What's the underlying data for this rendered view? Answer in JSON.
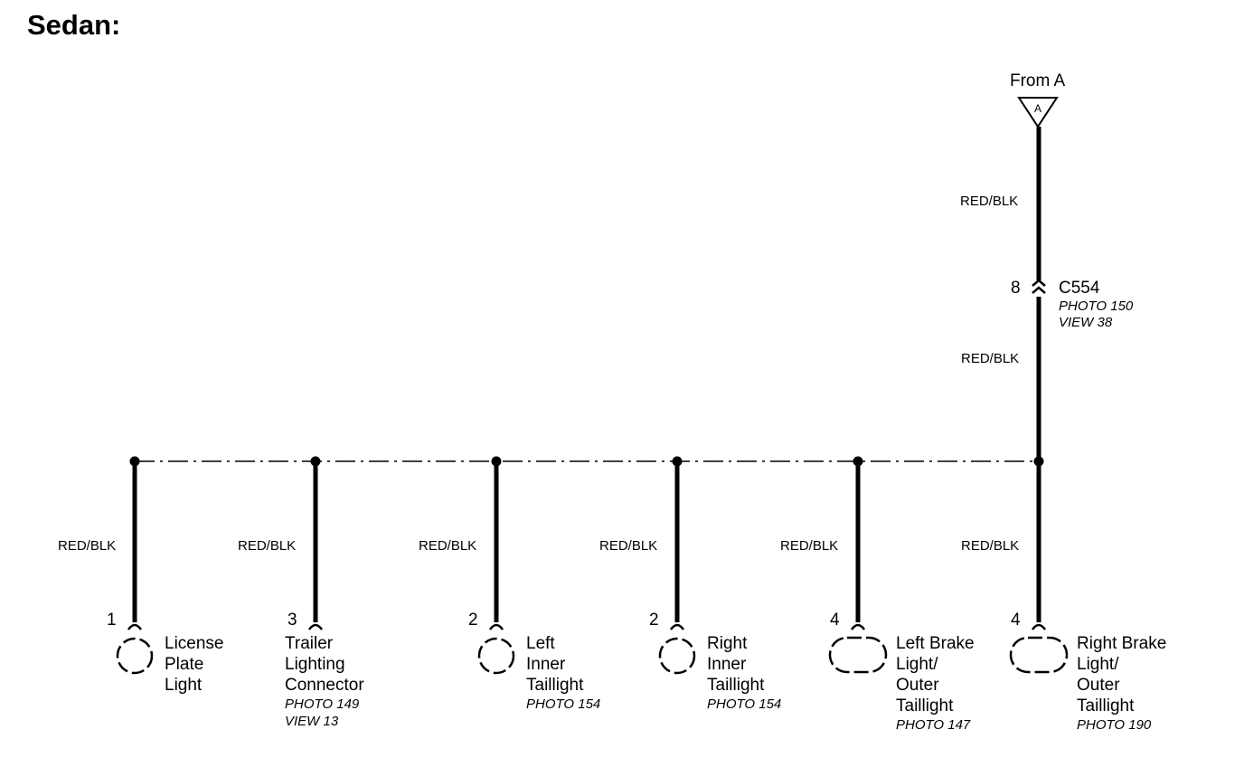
{
  "title": "Sedan:",
  "source": {
    "label": "From A",
    "marker": "A"
  },
  "wire_color": "RED/BLK",
  "connector": {
    "pin": "8",
    "name": "C554",
    "photo": "PHOTO 150",
    "view": "VIEW 38"
  },
  "components": [
    {
      "id": "license-plate-light",
      "pin": "1",
      "name_lines": [
        "License",
        "Plate",
        "Light"
      ],
      "refs": [],
      "shape": "round"
    },
    {
      "id": "trailer-lighting-connector",
      "pin": "3",
      "name_lines": [
        "Trailer",
        "Lighting",
        "Connector"
      ],
      "refs": [
        "PHOTO 149",
        "VIEW 13"
      ],
      "shape": "none"
    },
    {
      "id": "left-inner-taillight",
      "pin": "2",
      "name_lines": [
        "Left",
        "Inner",
        "Taillight"
      ],
      "refs": [
        "PHOTO 154"
      ],
      "shape": "round"
    },
    {
      "id": "right-inner-taillight",
      "pin": "2",
      "name_lines": [
        "Right",
        "Inner",
        "Taillight"
      ],
      "refs": [
        "PHOTO 154"
      ],
      "shape": "round"
    },
    {
      "id": "left-brake-light",
      "pin": "4",
      "name_lines": [
        "Left Brake",
        "Light/",
        "Outer",
        "Taillight"
      ],
      "refs": [
        "PHOTO 147"
      ],
      "shape": "wide"
    },
    {
      "id": "right-brake-light",
      "pin": "4",
      "name_lines": [
        "Right Brake",
        "Light/",
        "Outer",
        "Taillight"
      ],
      "refs": [
        "PHOTO 190"
      ],
      "shape": "wide"
    }
  ]
}
